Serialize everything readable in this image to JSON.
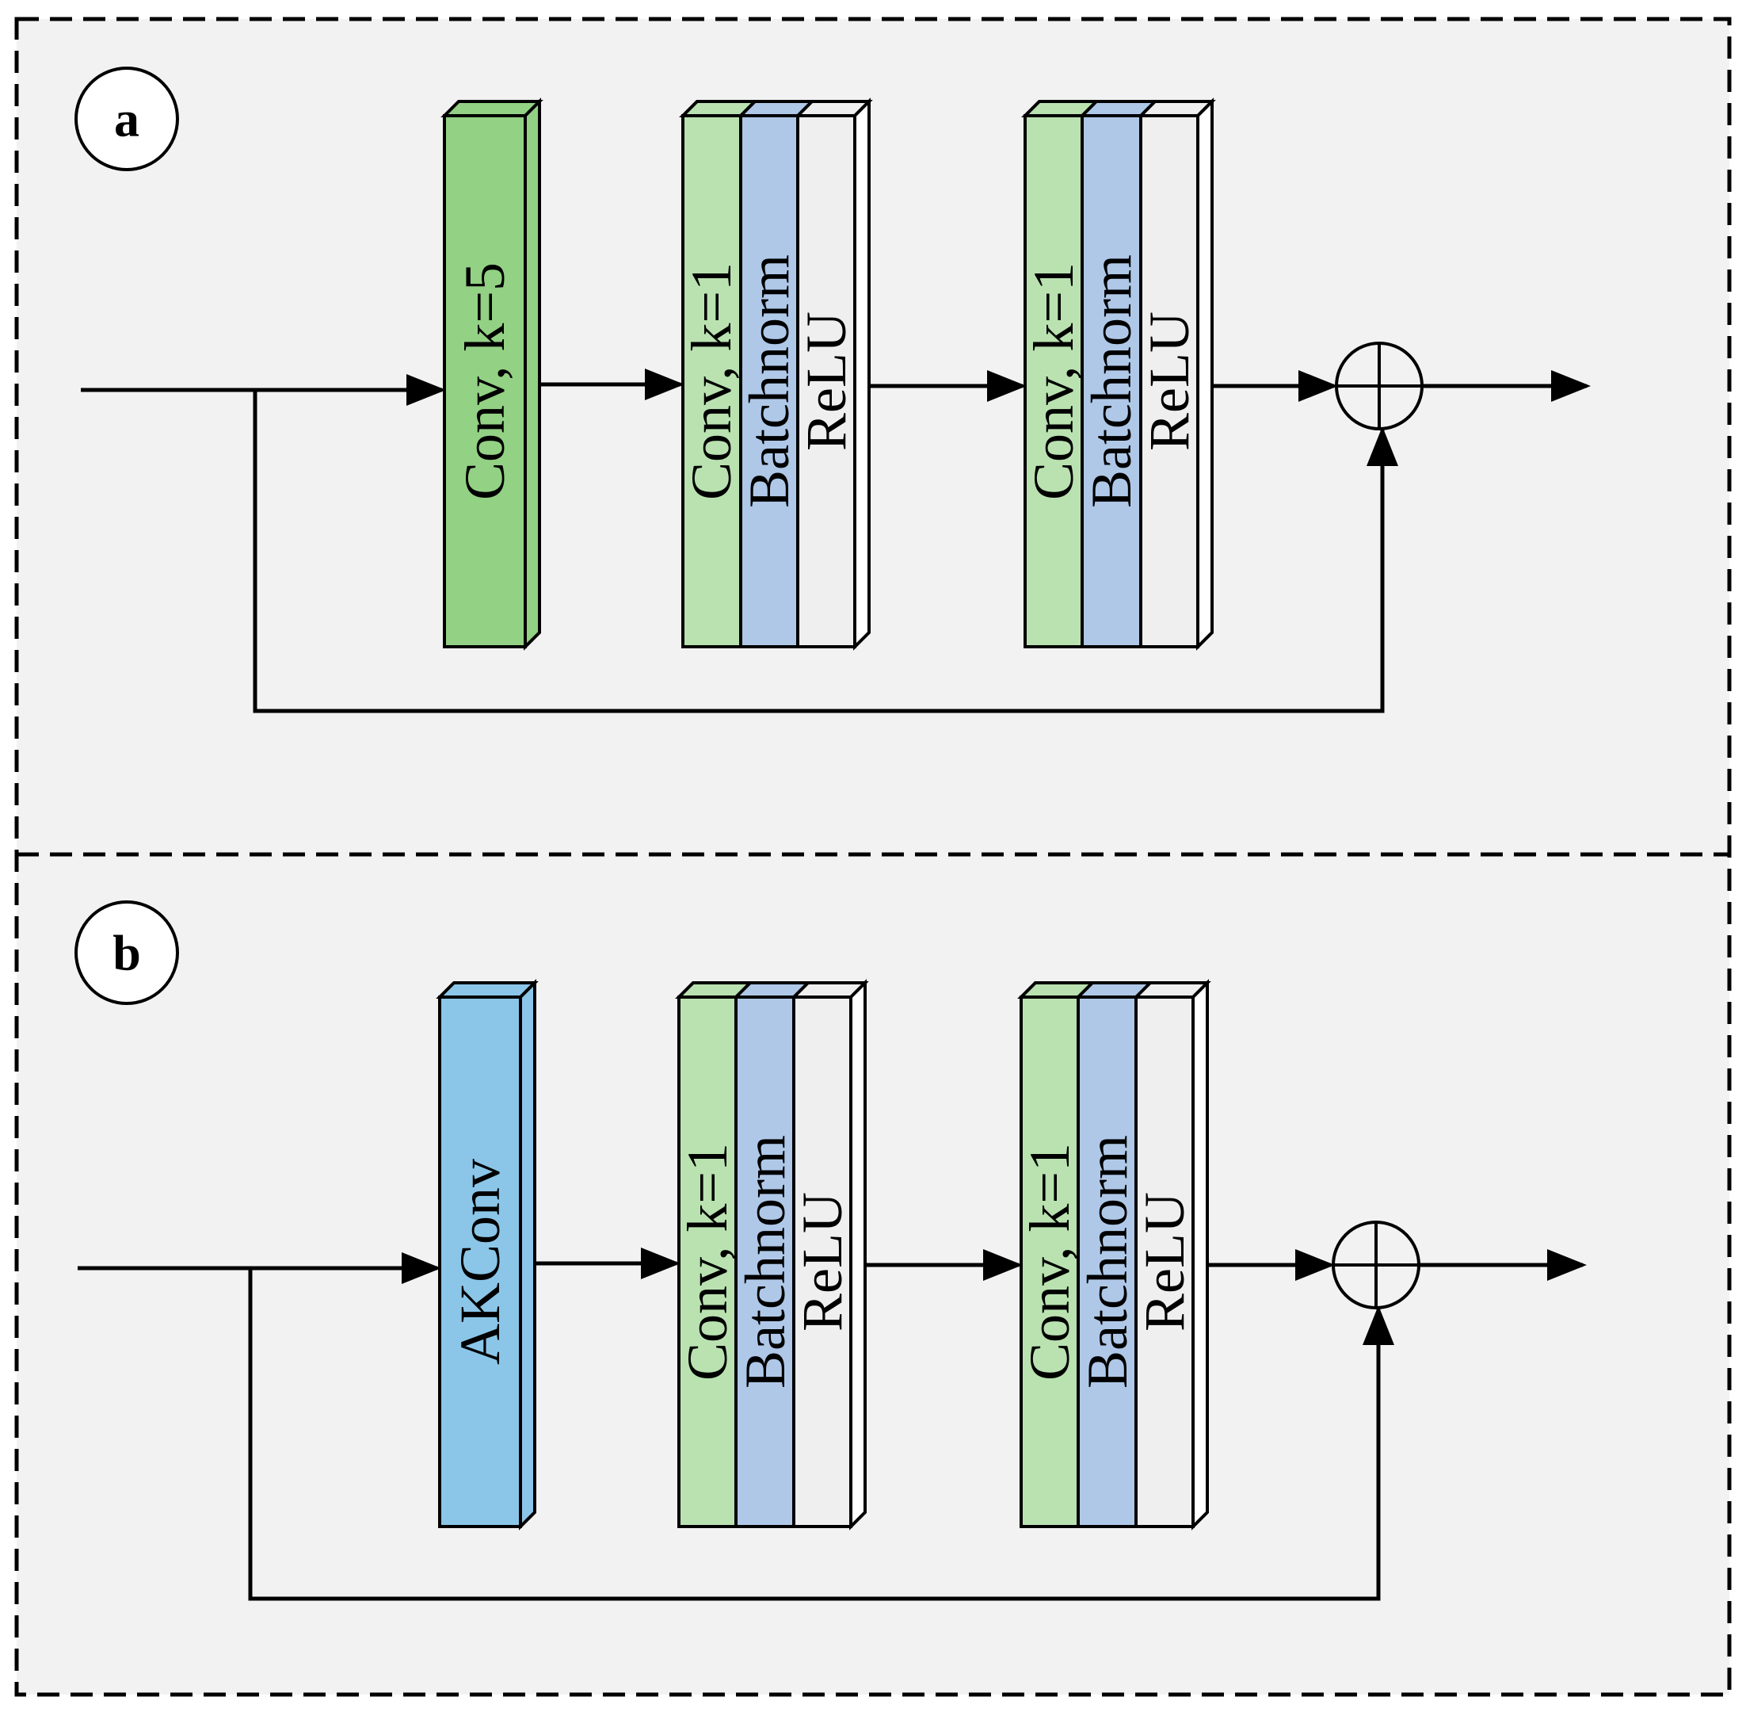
{
  "colors": {
    "panel_bg": "#f2f2f2",
    "conv5": "#93d184",
    "akconv": "#8bc6e8",
    "conv1": "#b9e2b0",
    "batchnorm": "#afc8e8",
    "relu": "#efefef"
  },
  "panels": [
    {
      "label": "a",
      "first_block": {
        "text": "Conv, k=5",
        "color_key": "conv5"
      },
      "stacks": [
        [
          "Conv, k=1",
          "Batchnorm",
          "ReLU"
        ],
        [
          "Conv, k=1",
          "Batchnorm",
          "ReLU"
        ]
      ]
    },
    {
      "label": "b",
      "first_block": {
        "text": "AKConv",
        "color_key": "akconv"
      },
      "stacks": [
        [
          "Conv, k=1",
          "Batchnorm",
          "ReLU"
        ],
        [
          "Conv, k=1",
          "Batchnorm",
          "ReLU"
        ]
      ]
    }
  ],
  "sum_icon": "circle-plus-icon"
}
